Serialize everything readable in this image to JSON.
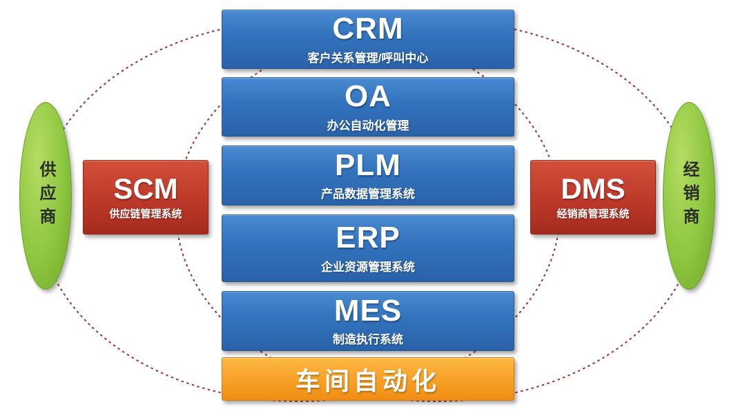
{
  "systems": [
    {
      "abbr": "CRM",
      "desc": "客户关系管理/呼叫中心"
    },
    {
      "abbr": "OA",
      "desc": "办公自动化管理"
    },
    {
      "abbr": "PLM",
      "desc": "产品数据管理系统"
    },
    {
      "abbr": "ERP",
      "desc": "企业资源管理系统"
    },
    {
      "abbr": "MES",
      "desc": "制造执行系统"
    }
  ],
  "bottom_bar": {
    "label": "车间自动化"
  },
  "left_system": {
    "abbr": "SCM",
    "desc": "供应链管理系统"
  },
  "right_system": {
    "abbr": "DMS",
    "desc": "经销商管理系统"
  },
  "left_entity": {
    "label": "供应商"
  },
  "right_entity": {
    "label": "经销商"
  },
  "colors": {
    "blue_box": "#3272bd",
    "orange_bar": "#f8a026",
    "red_box": "#bf3a2b",
    "green_ellipse": "#8dc63f",
    "dotted_circle": "#a03636",
    "text_on_boxes": "#ffffff",
    "text_on_ellipse": "#2b2b2b"
  }
}
